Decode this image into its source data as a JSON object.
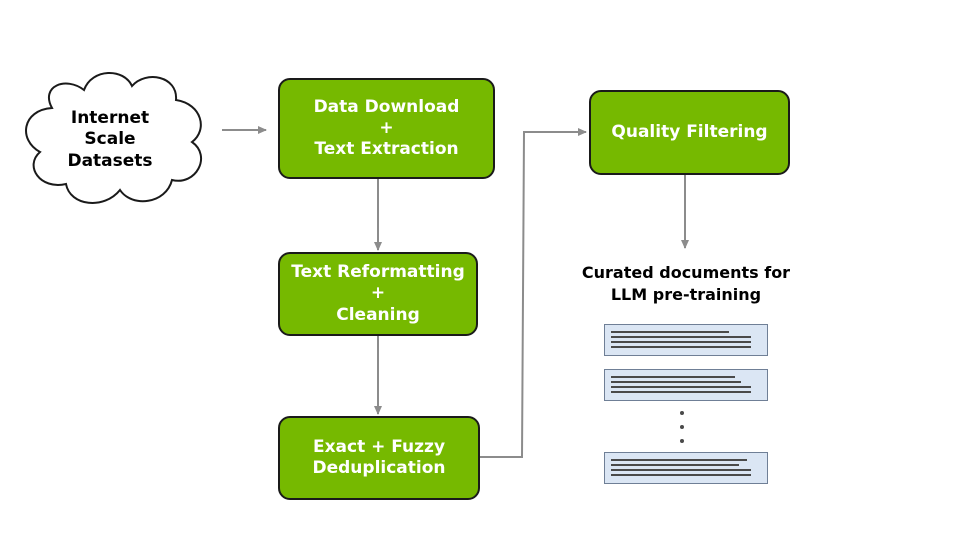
{
  "colors": {
    "box_fill": "#76b900",
    "box_border": "#1a1a1a",
    "arrow": "#8c8c8c",
    "doc_fill": "#dbe6f4",
    "doc_border": "#6f7f96"
  },
  "source": {
    "label": "Internet\nScale\nDatasets"
  },
  "steps": {
    "download": {
      "label": "Data Download\n+\nText Extraction"
    },
    "reformat": {
      "label": "Text Reformatting\n+\nCleaning"
    },
    "dedup": {
      "label": "Exact + Fuzzy\nDeduplication"
    },
    "quality": {
      "label": "Quality Filtering"
    }
  },
  "output": {
    "label": "Curated documents for\nLLM pre-training"
  }
}
